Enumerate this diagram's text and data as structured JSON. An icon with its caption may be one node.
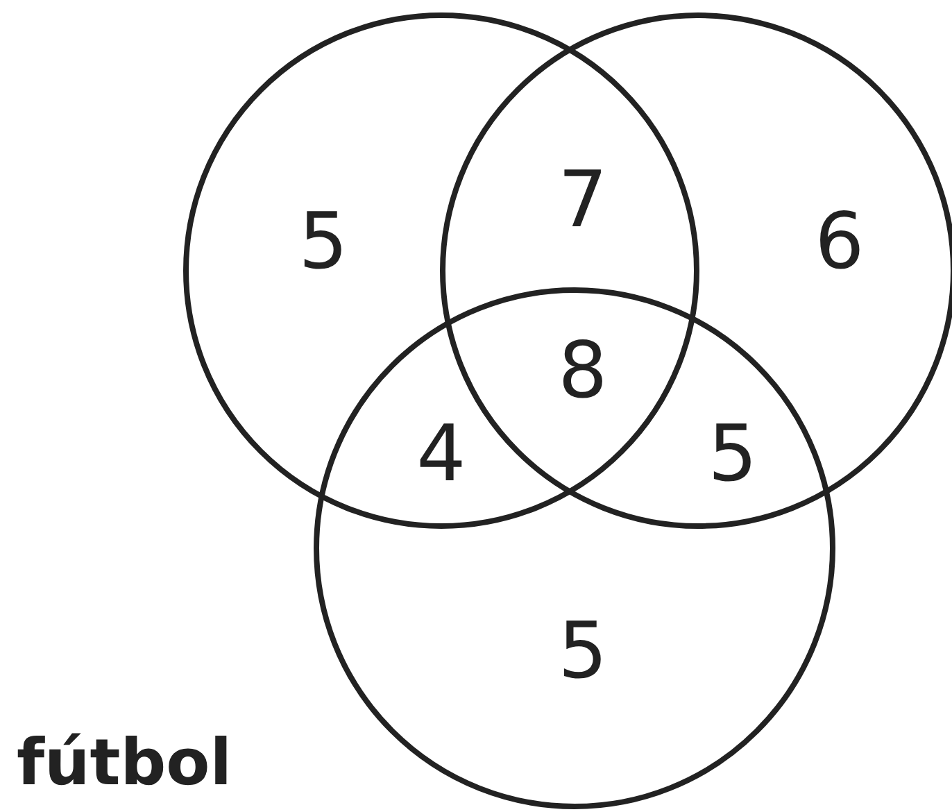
{
  "diagram": {
    "nodes": [
      {
        "text": [],
        "shape": "circle"
      },
      {
        "text": [],
        "shape": "circle"
      },
      {
        "text": [],
        "shape": "circle",
        "beside": [
          "fútbol"
        ]
      }
    ],
    "labels": [
      "5",
      "7",
      "6",
      "8",
      "4",
      "5",
      "5"
    ]
  }
}
